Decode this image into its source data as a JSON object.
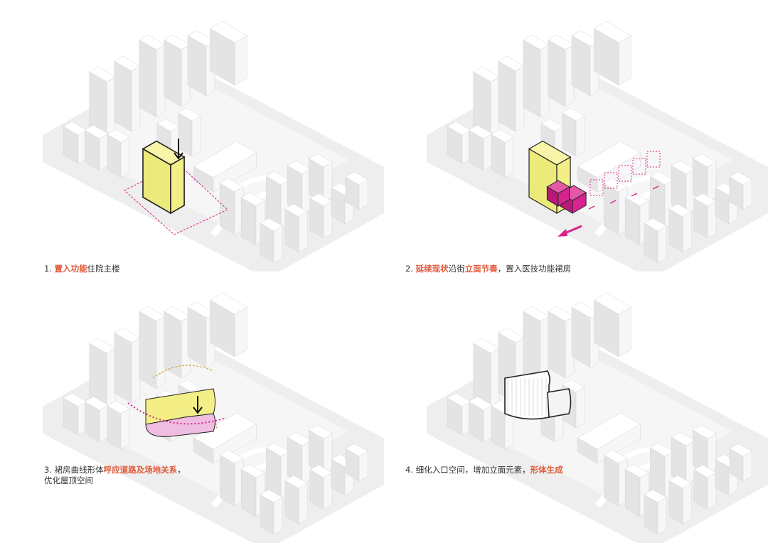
{
  "panels": [
    {
      "caption": {
        "num": "1. ",
        "parts": [
          {
            "text": "置入功能",
            "hl": true
          },
          {
            "text": "住院主楼",
            "hl": false
          }
        ]
      }
    },
    {
      "caption": {
        "num": "2. ",
        "parts": [
          {
            "text": "延续现状",
            "hl": true
          },
          {
            "text": "沿街",
            "hl": false
          },
          {
            "text": "立面节奏",
            "hl": true
          },
          {
            "text": "，置入医技功能裙房",
            "hl": false
          }
        ]
      }
    },
    {
      "caption": {
        "num": "3. ",
        "parts": [
          {
            "text": "裙房曲线形体",
            "hl": false
          },
          {
            "text": "呼应道路及场地关系",
            "hl": true
          },
          {
            "text": "，",
            "hl": false
          }
        ],
        "line2": "优化屋顶空间"
      }
    },
    {
      "caption": {
        "num": "4. ",
        "parts": [
          {
            "text": "细化入口空间，增加立面元素，",
            "hl": false
          },
          {
            "text": "形体生成",
            "hl": true
          }
        ]
      }
    }
  ],
  "colors": {
    "highlight": "#e05a3a",
    "yellow": "#f3ef86",
    "magenta": "#d8238f",
    "pink": "#eebde0",
    "ground": "#eeeeee"
  }
}
